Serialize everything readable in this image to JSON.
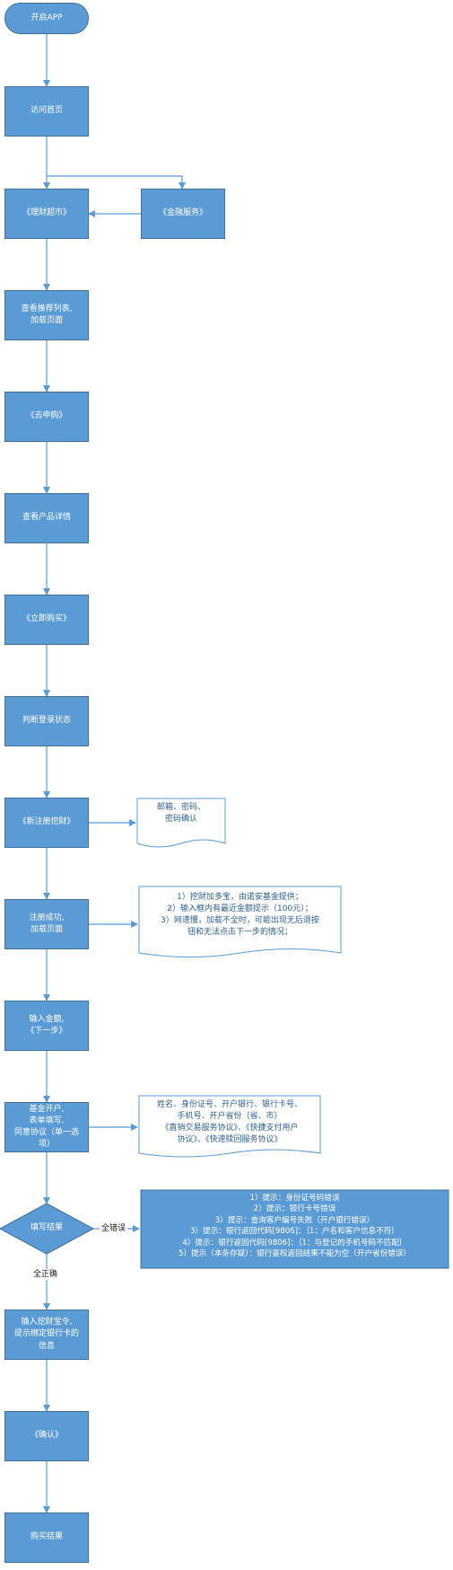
{
  "nodes": {
    "start": "开启APP",
    "visit_home": "访问首页",
    "wealth_market": "《理财超市》",
    "financial_service": "《金融服务》",
    "view_list": "查看推荐列表,\n加载页面",
    "go_subscribe": "《去申购》",
    "view_detail": "查看产品详情",
    "buy_now": "《立即购买》",
    "check_login": "判断登录状态",
    "register": "《新注册挖财》",
    "register_success": "注册成功,\n加载页面",
    "input_amount": "输入金额,\n《下一步》",
    "fund_account": "基金开户,\n表单填写,\n同意协议（单一选\n项）",
    "fill_result": "填写结果",
    "enter_password": "输入挖财宝令,\n提示绑定银行卡的\n信息",
    "confirm": "《确认》",
    "purchase_result": "购买结果"
  },
  "notes": {
    "register_fields": "邮箱、密码、\n密码确认",
    "register_tips": "1）挖财加多宝，由诺安基金提供；\n2）输入框内有最近金额提示（100元）；\n3）网速慢，加载不全时，可能出现无后退按\n钮和无法点击下一步的情况；",
    "account_fields": "姓名、身份证号、开户银行、银行卡号、\n手机号、开户省份（省、市）\n《直销交易服务协议》、《快捷支付用户\n协议》、《快速赎回服务协议》",
    "errors": "1）提示：身份证号码错误\n2）提示：银行卡号错误\n3）提示：查询客户编号失败（开户银行错误）\n3）提示：银行返回代码[9806]：｛1：户名和客户信息不符｝\n4）提示：银行返回代码[9806]：｛1：与登记的手机号码不匹配｝\n5）提示（本条存疑）：银行鉴权返回结果不能为空（开户省份错误）"
  },
  "edge_labels": {
    "all_wrong": "全错误",
    "all_correct": "全正确"
  },
  "colors": {
    "fill": "#5b9bd5",
    "stroke": "#41719c",
    "note_border": "#5b9bd5",
    "note_text": "#2e5f93"
  }
}
